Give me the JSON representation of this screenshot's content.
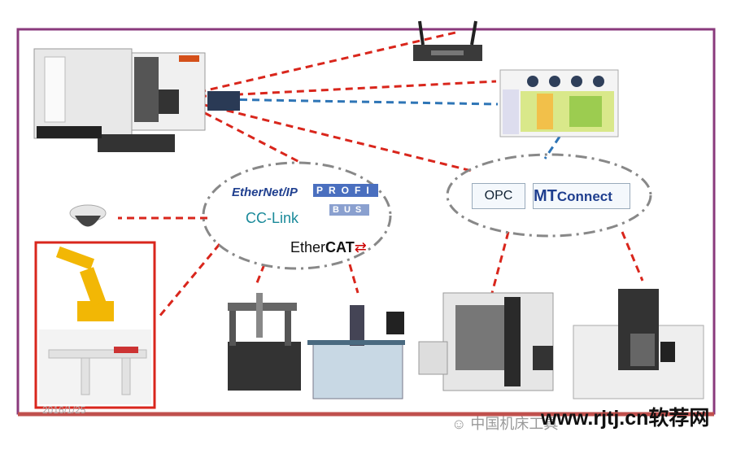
{
  "protocols_left": {
    "ethernet_ip": "EtherNet/IP",
    "profibus_top": "PROFI",
    "profibus_bottom": "BUS",
    "cc_link": "CC-Link",
    "ethercat_prefix": "Ether",
    "ethercat_suffix": "CAT"
  },
  "protocols_right": {
    "opc": "OPC",
    "mtconnect_prefix": "MT",
    "mtconnect_suffix": "Connect"
  },
  "date": "2016/1/25",
  "watermark": {
    "wechat": "中国机床工具",
    "site": "www.rjtj.cn软荐网"
  },
  "colors": {
    "frame": "#8a3a7c",
    "frame_bottom": "#c0504d",
    "red_dash": "#d9261c",
    "blue_dash": "#2e75b6",
    "highlight_box": "#d9261c"
  }
}
